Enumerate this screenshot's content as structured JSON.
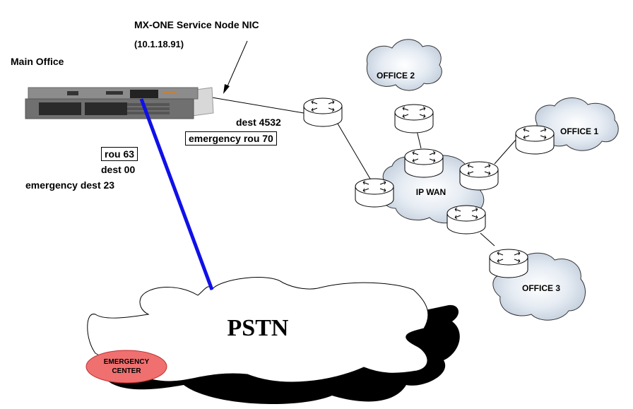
{
  "title": {
    "node_name": "MX-ONE Service Node NIC",
    "node_ip": "(10.1.18.91)"
  },
  "main_office": {
    "label": "Main Office",
    "route_box": "rou 63",
    "dest": "dest 00",
    "emergency_dest": "emergency dest 23"
  },
  "ip_link": {
    "dest": "dest 4532",
    "emergency_route_box": "emergency rou 70"
  },
  "networks": {
    "ip_wan": "IP WAN",
    "office_1": "OFFICE 1",
    "office_2": "OFFICE 2",
    "office_3": "OFFICE 3",
    "pstn": "PSTN",
    "emergency_center_line1": "EMERGENCY",
    "emergency_center_line2": "CENTER"
  },
  "colors": {
    "pstn_trunk": "#1010e8",
    "emergency_center_fill": "#f07070",
    "cloud_fill": "#d4dde8",
    "server_body": "#8a8a8a"
  }
}
